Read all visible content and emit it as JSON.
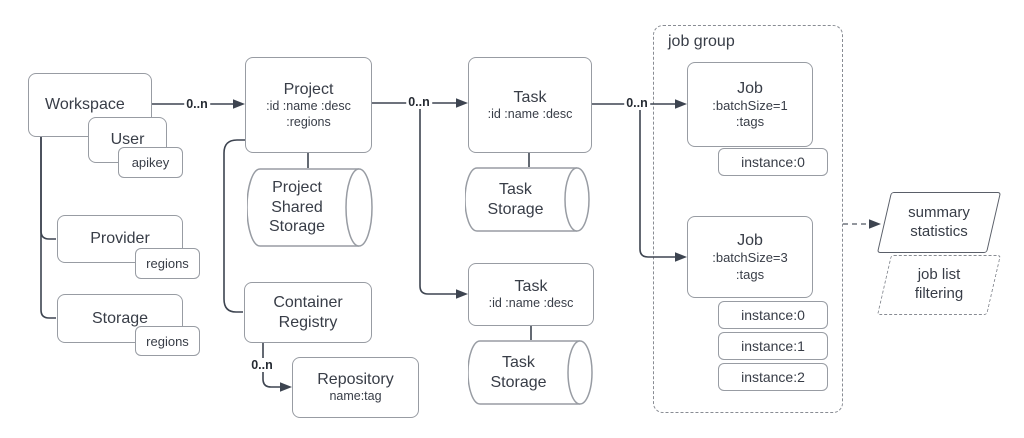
{
  "nodes": {
    "workspace": "Workspace",
    "user": "User",
    "apikey": "apikey",
    "provider": "Provider",
    "provider_regions": "regions",
    "storage": "Storage",
    "storage_regions": "regions",
    "project_title": "Project",
    "project_attrs": ":id :name :desc\n:regions",
    "project_shared_storage": "Project\nShared\nStorage",
    "container_registry": "Container\nRegistry",
    "repository_title": "Repository",
    "repository_attrs": "name:tag",
    "task1_title": "Task",
    "task1_attrs": ":id :name :desc",
    "task1_storage": "Task\nStorage",
    "task2_title": "Task",
    "task2_attrs": ":id :name :desc",
    "task2_storage": "Task\nStorage",
    "job_group_label": "job group",
    "job1_title": "Job",
    "job1_attrs": ":batchSize=1\n:tags",
    "job1_instances": [
      "instance:0"
    ],
    "job2_title": "Job",
    "job2_attrs": ":batchSize=3\n:tags",
    "job2_instances": [
      "instance:0",
      "instance:1",
      "instance:2"
    ],
    "summary_statistics": "summary\nstatistics",
    "job_list_filtering": "job list\nfiltering"
  },
  "edge_labels": {
    "workspace_project": "0..n",
    "project_task": "0..n",
    "task_job": "0..n",
    "registry_repository": "0..n"
  },
  "colors": {
    "box_border": "#989ca3",
    "connector": "#3d4450",
    "dashed_border": "#888c93",
    "text": "#383d47",
    "background": "#ffffff"
  }
}
